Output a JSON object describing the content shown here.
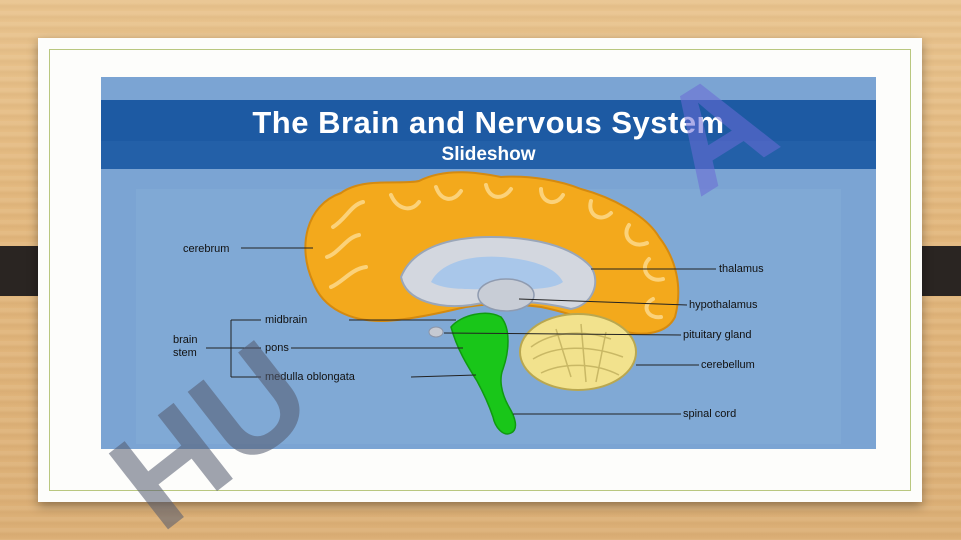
{
  "slide": {
    "title": "The Brain and Nervous System",
    "subtitle": "Slideshow"
  },
  "labels": {
    "cerebrum": "cerebrum",
    "thalamus": "thalamus",
    "hypothalamus": "hypothalamus",
    "midbrain": "midbrain",
    "pituitary_gland": "pituitary gland",
    "brain_stem_1": "brain",
    "brain_stem_2": "stem",
    "pons": "pons",
    "cerebellum": "cerebellum",
    "medulla_oblongata": "medulla oblongata",
    "spinal_cord": "spinal cord"
  },
  "watermark": {
    "text_left": "HU",
    "text_right": "A"
  },
  "colors": {
    "background": "#e3b87e",
    "slide_bg": "#7ba4d3",
    "title_band": "#1d5aa3",
    "cerebrum": "#f3a91c",
    "cerebellum": "#f2e28d",
    "brain_stem": "#19c619",
    "watermark": "#6b6bd6"
  }
}
